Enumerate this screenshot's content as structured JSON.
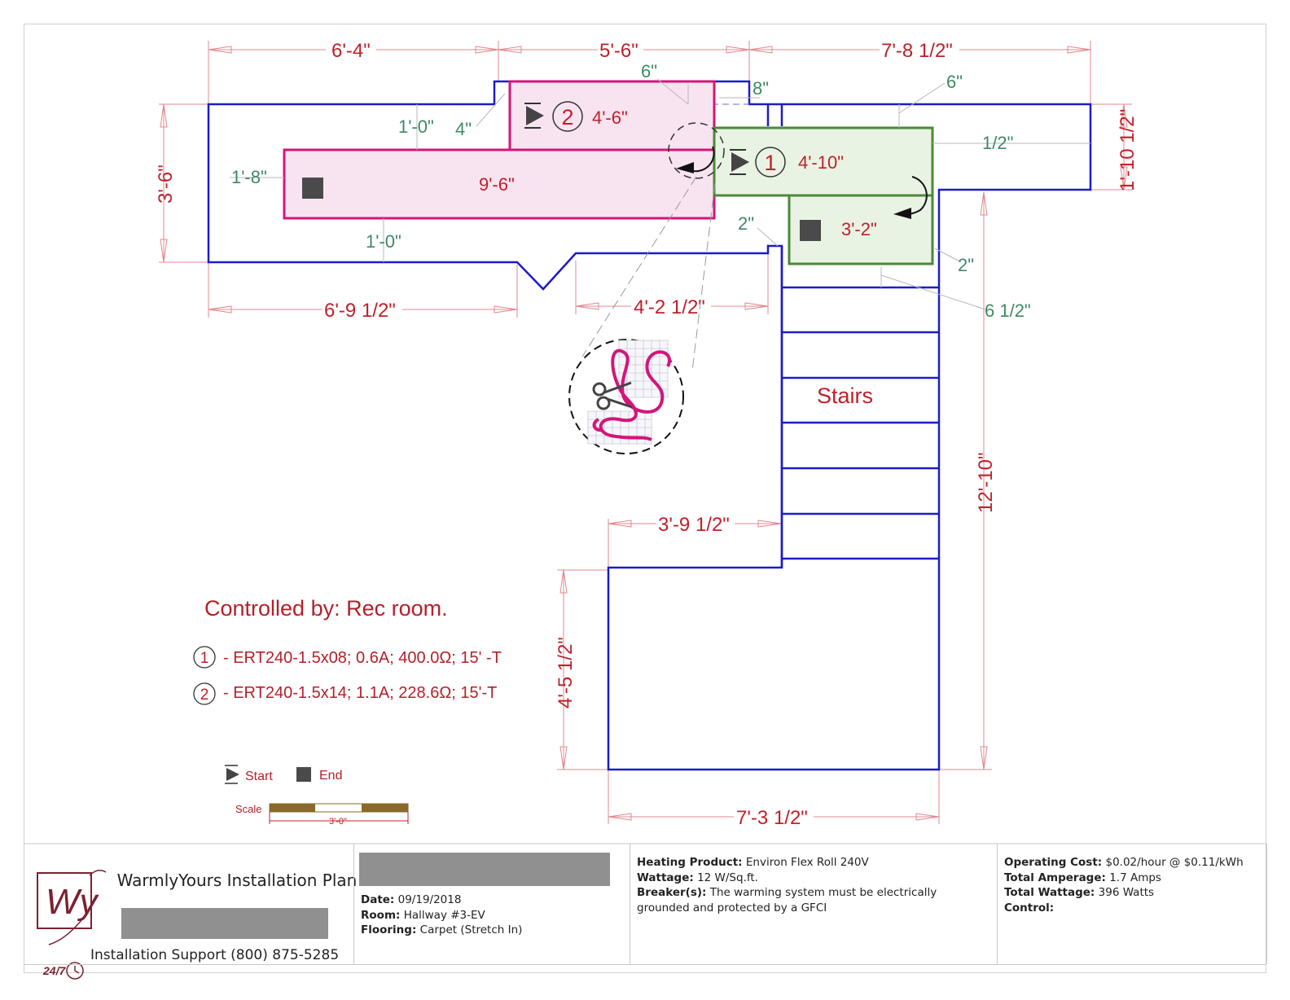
{
  "plan": {
    "dimensions": {
      "top_left": "6'-4\"",
      "top_mid": "5'-6\"",
      "top_right": "7'-8 1/2\"",
      "left_height": "3'-6\"",
      "right_height": "1'-10 1/2\"",
      "bottom_left": "6'-9 1/2\"",
      "bottom_mid": "4'-2 1/2\"",
      "stairs_left": "3'-9 1/2\"",
      "right_long": "12'-10\"",
      "lower_height": "4'-5 1/2\"",
      "lower_width": "7'-3 1/2\""
    },
    "offsets": {
      "six_a": "6\"",
      "eight": "8\"",
      "six_b": "6\"",
      "four": "4\"",
      "one_ft_top": "1'-0\"",
      "one_eight": "1'-8\"",
      "half": "1/2\"",
      "one_ft_bottom": "1'-0\"",
      "two_a": "2\"",
      "two_b": "2\"",
      "six_half": "6 1/2\""
    },
    "runs": {
      "run2_number": "2",
      "run2_length": "4'-6\"",
      "run2_main": "9'-6\"",
      "run1_number": "1",
      "run1_length": "4'-10\"",
      "run1_lower": "3'-2\""
    },
    "stairs_label": "Stairs",
    "controlled_by": "Controlled by: Rec room.",
    "products": [
      {
        "num": "1",
        "text": "- ERT240-1.5x08; 0.6A; 400.0Ω; 15' -T"
      },
      {
        "num": "2",
        "text": "- ERT240-1.5x14; 1.1A; 228.6Ω; 15'-T"
      }
    ],
    "legend": {
      "start": "Start",
      "end": "End"
    },
    "scale": {
      "label": "Scale",
      "value": "3'-0\""
    },
    "colors": {
      "outline": "#1c1cc8",
      "run2": "#d4157a",
      "run2_fill": "#f8e4f0",
      "run1": "#4a8a36",
      "run1_fill": "#e9f3e3",
      "dimension": "#c0202a",
      "offset": "#3f8a63"
    }
  },
  "titleblock": {
    "logo_text": "Wy",
    "title": "WarmlyYours Installation Plan",
    "support_badge": "24/7",
    "support": "Installation Support (800) 875-5285",
    "date_label": "Date:",
    "date": "09/19/2018",
    "room_label": "Room:",
    "room": "Hallway #3-EV",
    "flooring_label": "Flooring:",
    "flooring": "Carpet (Stretch In)",
    "heating_label": "Heating Product:",
    "heating": "Environ Flex Roll 240V",
    "wattage_label": "Wattage:",
    "wattage": "12 W/Sq.ft.",
    "breaker_label": "Breaker(s):",
    "breaker": "The warming system must be electrically grounded and protected by a GFCI",
    "cost_label": "Operating Cost:",
    "cost": "$0.02/hour @ $0.11/kWh",
    "amperage_label": "Total Amperage:",
    "amperage": "1.7 Amps",
    "total_wattage_label": "Total Wattage:",
    "total_wattage": "396 Watts",
    "control_label": "Control:",
    "control": ""
  }
}
